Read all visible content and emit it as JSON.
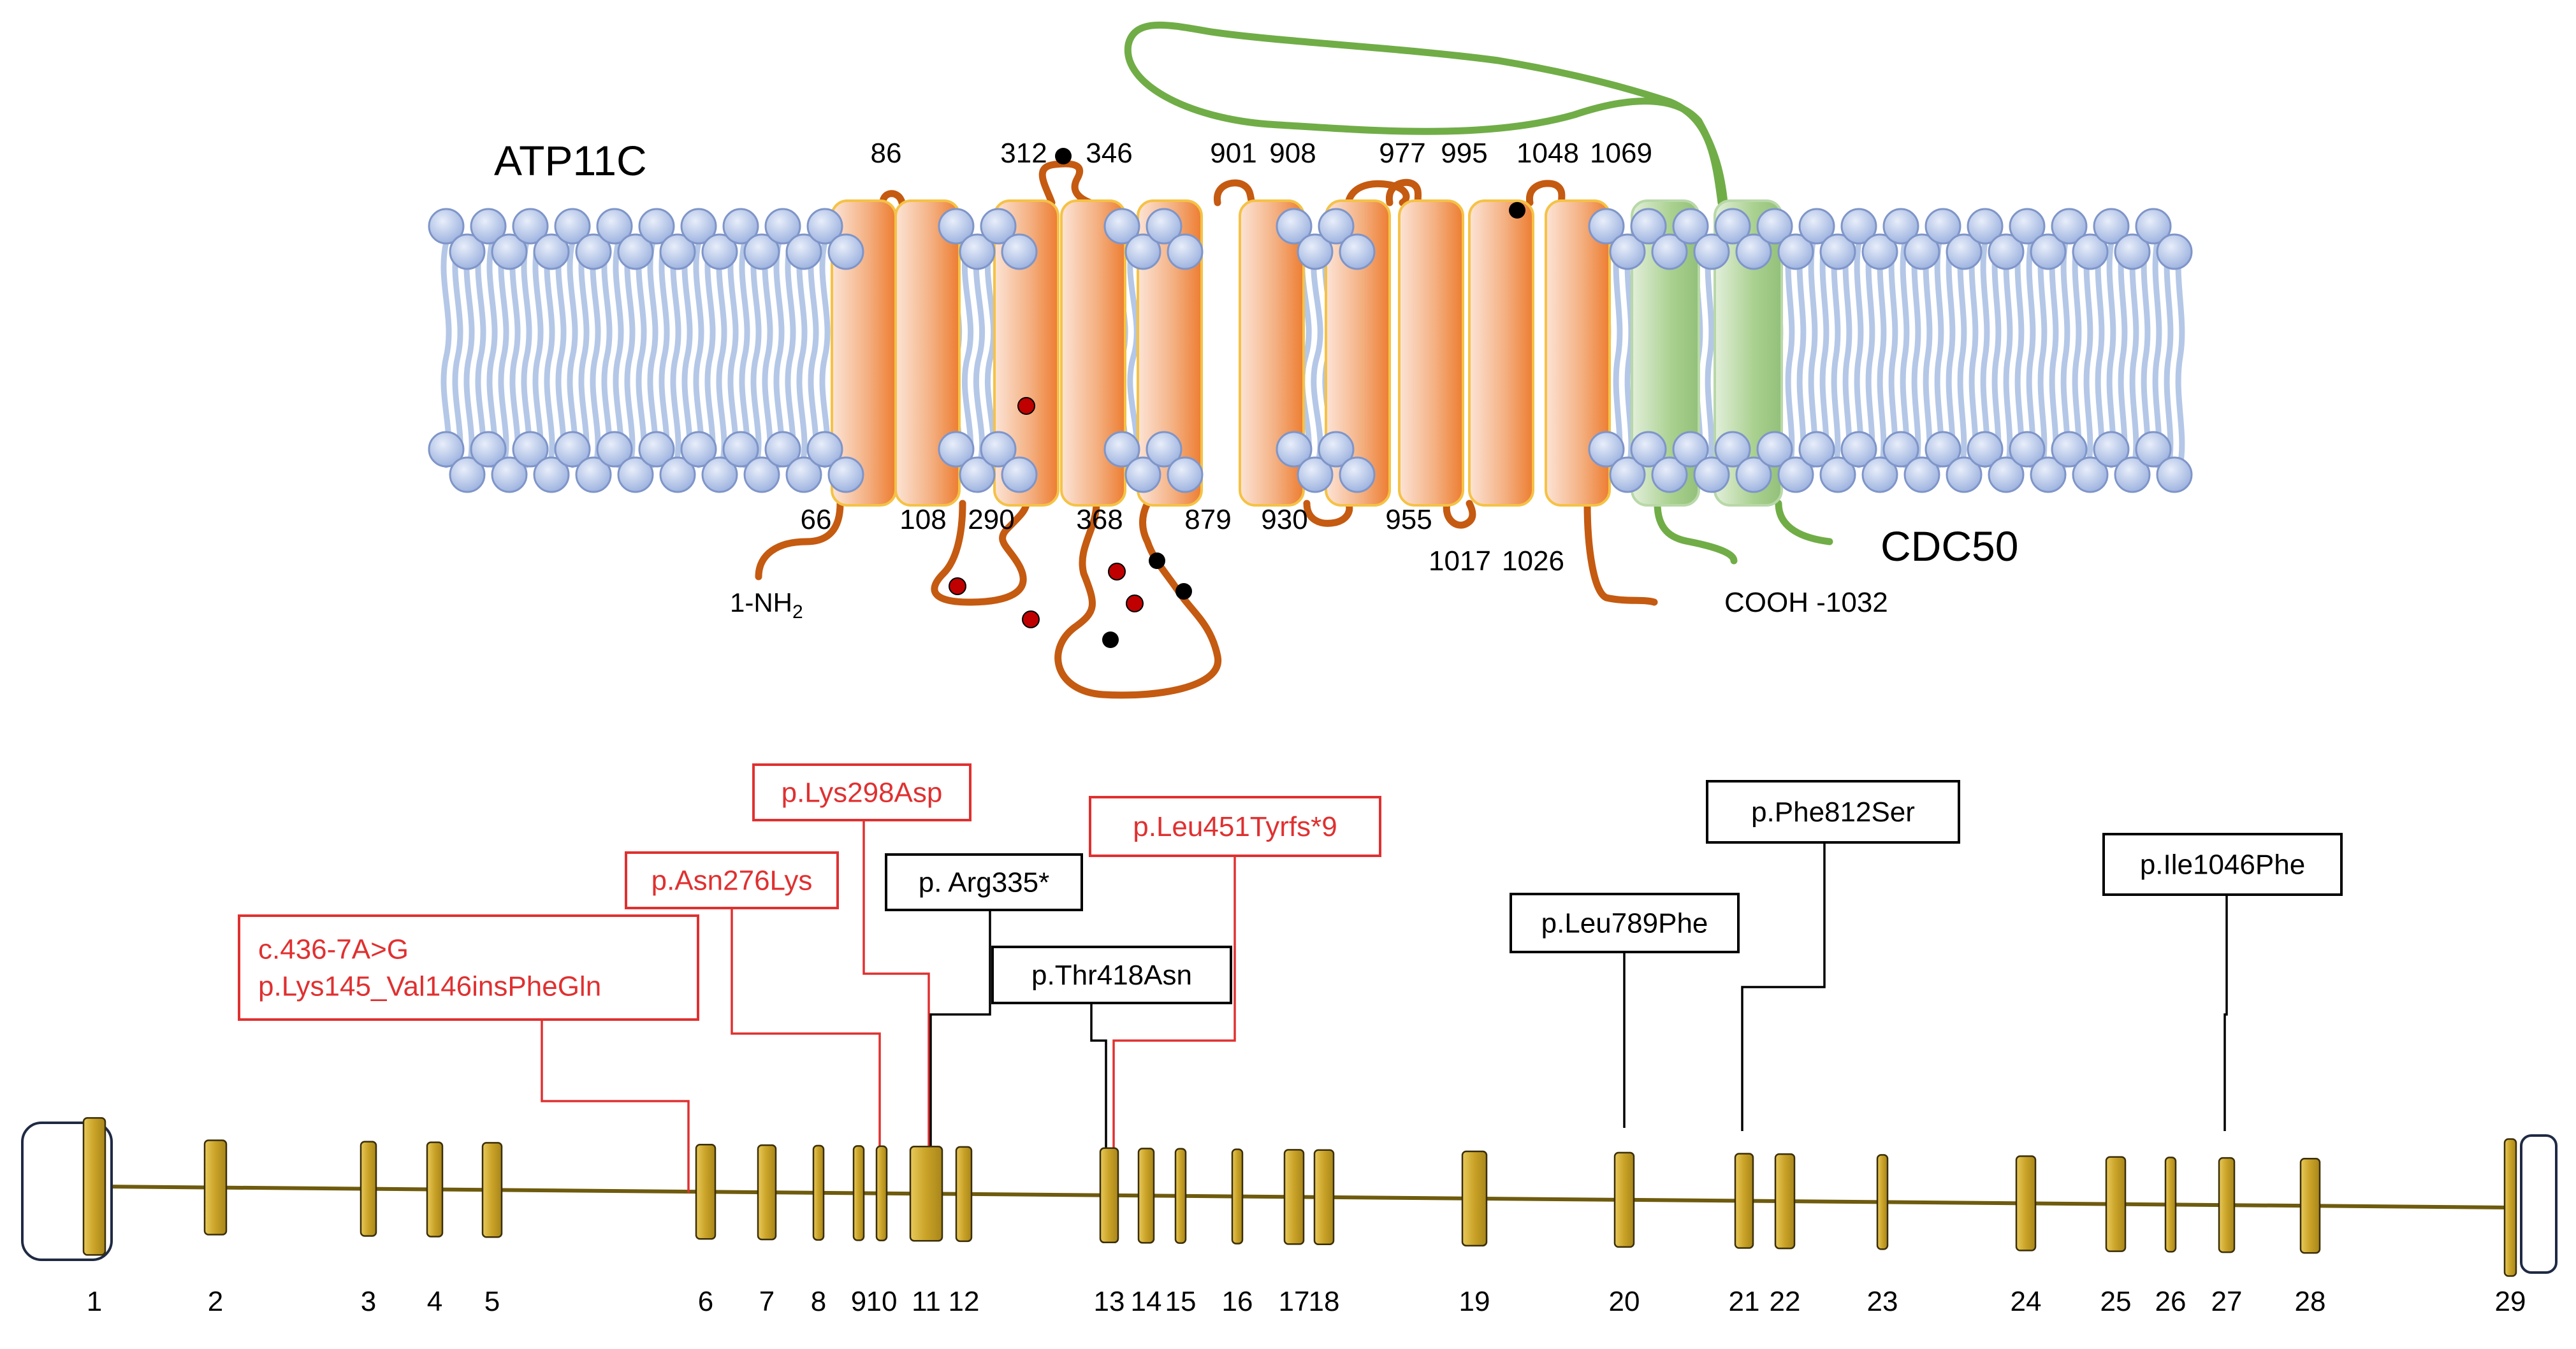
{
  "protein": {
    "title": "ATP11C",
    "partner": "CDC50",
    "n_terminus": "1-NH",
    "n_terminus_sub": "2",
    "c_terminus": "COOH -1032",
    "top_labels": [
      "86",
      "312",
      "346",
      "901",
      "908",
      "977",
      "995",
      "1048",
      "1069"
    ],
    "bottom_labels": [
      "66",
      "108",
      "290",
      "368",
      "879",
      "930",
      "955",
      "1017",
      "1026"
    ],
    "colors": {
      "atp11c_loop": "#C55A11",
      "helix_orange": "#F4B183",
      "helix_edge": "#F5C245",
      "cdc50": "#70AD47",
      "cdc50_helix": "#A9D08E",
      "lipid_head": "#B4C7E7",
      "lipid_tail": "#B4C7E7",
      "dot_red": "#C00000",
      "dot_black": "#000000"
    }
  },
  "gene": {
    "exons": [
      "1",
      "2",
      "3",
      "4",
      "5",
      "6",
      "7",
      "8",
      "9",
      "10",
      "11",
      "12",
      "13",
      "14",
      "15",
      "16",
      "17",
      "18",
      "19",
      "20",
      "21",
      "22",
      "23",
      "24",
      "25",
      "26",
      "27",
      "28",
      "29"
    ],
    "colors": {
      "exon": "#C9A227",
      "intron": "#6E5B0D"
    }
  },
  "mutations": [
    {
      "lines": [
        "c.436-7A>G",
        "p.Lys145_Val146insPheGln"
      ],
      "color": "#E03030"
    },
    {
      "lines": [
        "p.Asn276Lys"
      ],
      "color": "#E03030"
    },
    {
      "lines": [
        "p.Lys298Asp"
      ],
      "color": "#E03030"
    },
    {
      "lines": [
        "p. Arg335*"
      ],
      "color": "#000000"
    },
    {
      "lines": [
        "p.Leu451Tyrfs*9"
      ],
      "color": "#E03030"
    },
    {
      "lines": [
        "p.Thr418Asn"
      ],
      "color": "#000000"
    },
    {
      "lines": [
        "p.Leu789Phe"
      ],
      "color": "#000000"
    },
    {
      "lines": [
        "p.Phe812Ser"
      ],
      "color": "#000000"
    },
    {
      "lines": [
        "p.Ile1046Phe"
      ],
      "color": "#000000"
    }
  ]
}
